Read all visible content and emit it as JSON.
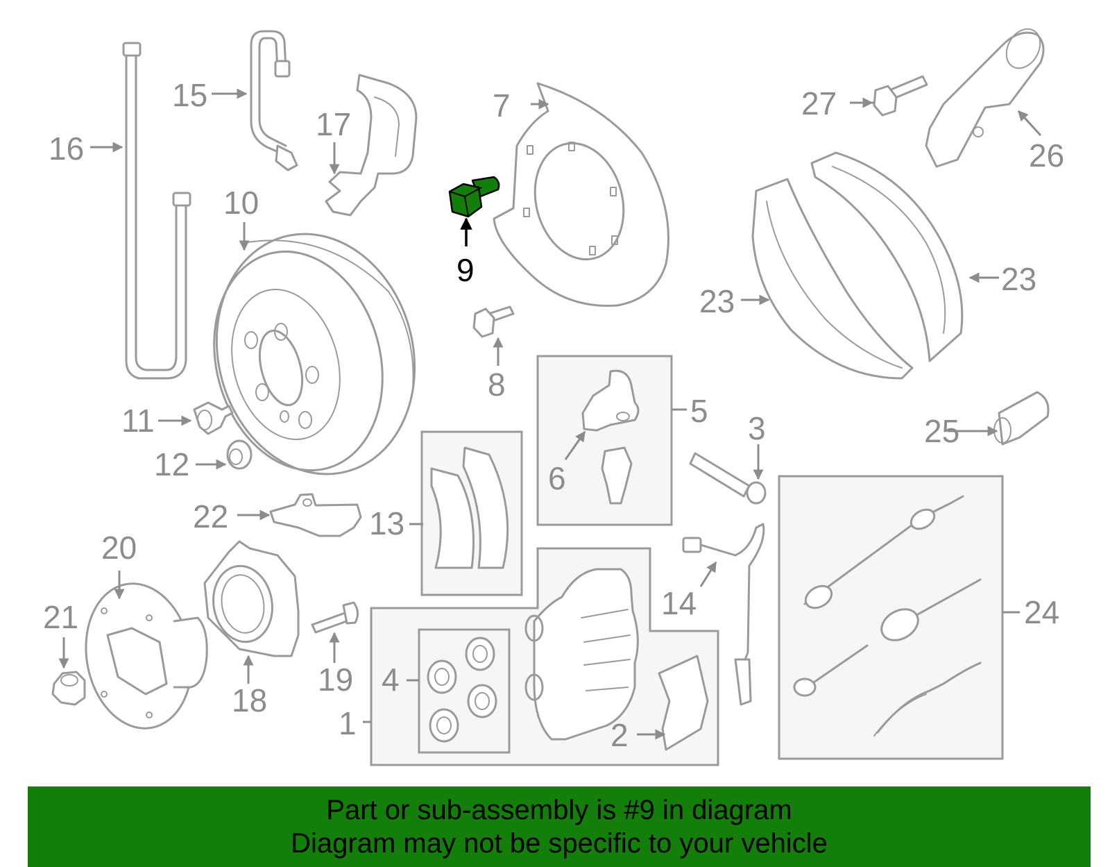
{
  "callouts": {
    "c1": "1",
    "c2": "2",
    "c3": "3",
    "c4": "4",
    "c5": "5",
    "c6": "6",
    "c7": "7",
    "c8": "8",
    "c9": "9",
    "c10": "10",
    "c11": "11",
    "c12": "12",
    "c13": "13",
    "c14": "14",
    "c15": "15",
    "c16": "16",
    "c17": "17",
    "c18": "18",
    "c19": "19",
    "c20": "20",
    "c21": "21",
    "c22": "22",
    "c23a": "23",
    "c23b": "23",
    "c24": "24",
    "c25": "25",
    "c26": "26",
    "c27": "27"
  },
  "highlight_color": "#137f0a",
  "banner": {
    "line1": "Part or sub-assembly is #9 in diagram",
    "line2": "Diagram may not be specific to your vehicle"
  }
}
